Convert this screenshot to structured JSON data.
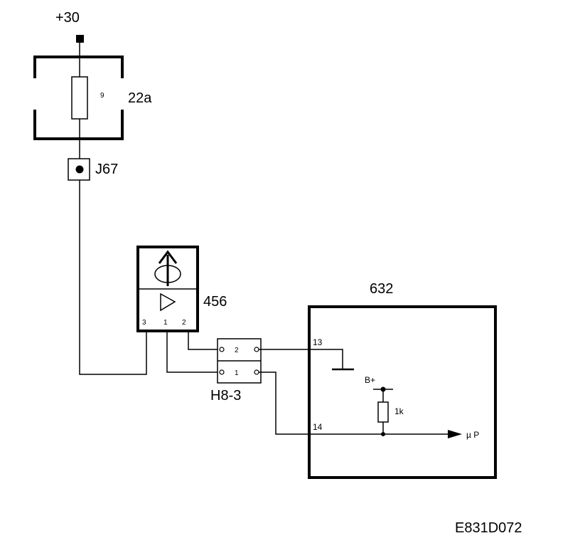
{
  "diagram": {
    "supply_label": "+30",
    "fuse": {
      "box_label": "22a",
      "fuse_number": "9"
    },
    "junction": {
      "label": "J67"
    },
    "sensor": {
      "label": "456",
      "pins": [
        "3",
        "1",
        "2"
      ]
    },
    "connector": {
      "label": "H8-3",
      "pins": [
        "2",
        "1"
      ]
    },
    "module": {
      "label": "632",
      "pin_top": "13",
      "pin_bottom": "14",
      "supply": "B+",
      "resistor": "1k",
      "output": "µ P"
    },
    "drawing_code": "E831D072"
  }
}
